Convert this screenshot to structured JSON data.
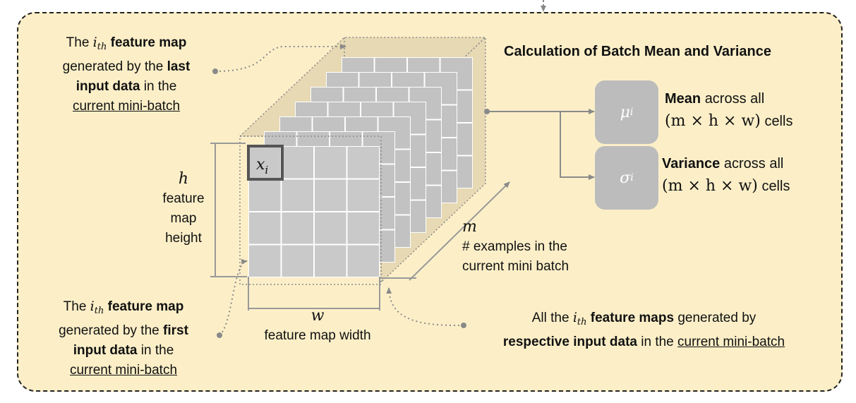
{
  "title": "Calculation of Batch Mean and Variance",
  "last_map_label": {
    "line1_pre": "The",
    "symbol": "i",
    "symbol_sub": "th",
    "line1_bold": "feature map",
    "line2_pre": "generated by the",
    "line2_bold": "last",
    "line3_bold": "input data",
    "line3_post": "in the",
    "line4_underline": "current mini-batch"
  },
  "first_map_label": {
    "line1_pre": "The",
    "symbol": "i",
    "symbol_sub": "th",
    "line1_bold": "feature map",
    "line2_pre": "generated by the",
    "line2_bold": "first",
    "line3_bold": "input data",
    "line3_post": "in the",
    "line4_underline": "current mini-batch"
  },
  "height_label": {
    "symbol": "h",
    "line1": "feature",
    "line2": "map",
    "line3": "height"
  },
  "width_label": {
    "symbol": "w",
    "text": "feature map width"
  },
  "depth_label": {
    "symbol": "m",
    "line1": "# examples in the",
    "line2": "current mini batch"
  },
  "cell_label": {
    "symbol": "x",
    "sub": "i"
  },
  "all_maps_label": {
    "pre": "All the",
    "symbol": "i",
    "symbol_sub": "th",
    "bold": "feature maps",
    "post": "generated by",
    "line2_bold": "respective input data",
    "line2_mid": "in the",
    "line2_underline": "current mini-batch"
  },
  "mean": {
    "symbol": "μ",
    "sub": "i",
    "bold": "Mean",
    "text": "across all",
    "formula": "(m × h × w)",
    "suffix": "cells"
  },
  "variance": {
    "symbol": "σ",
    "sub": "i",
    "bold": "Variance",
    "text": "across all",
    "formula": "(m × h × w)",
    "suffix": "cells"
  },
  "colors": {
    "background": "#fcefc8",
    "cube_face": "#e9ddb8",
    "cell": "#c6c6c6",
    "box": "#bcbcbc",
    "arrow": "#8a8a8a",
    "cell_highlight": "#555555"
  }
}
